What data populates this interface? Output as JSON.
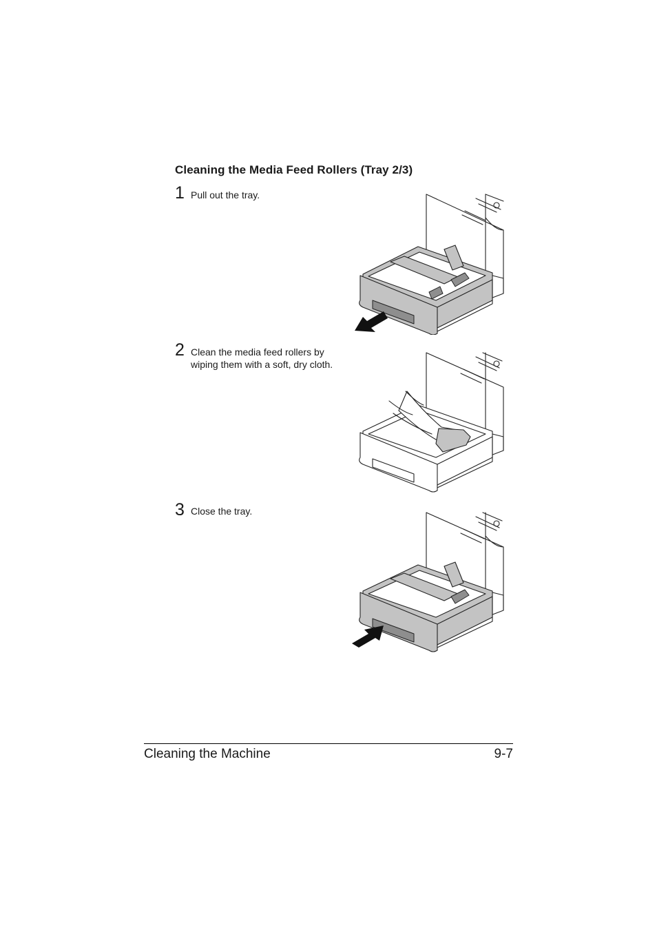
{
  "section": {
    "title": "Cleaning the Media Feed Rollers (Tray 2/3)"
  },
  "steps": [
    {
      "number": "1",
      "text": "Pull out the tray."
    },
    {
      "number": "2",
      "text": "Clean the media feed rollers by wiping them with a soft, dry cloth."
    },
    {
      "number": "3",
      "text": "Close the tray."
    }
  ],
  "footer": {
    "chapter": "Cleaning the Machine",
    "page": "9-7"
  }
}
